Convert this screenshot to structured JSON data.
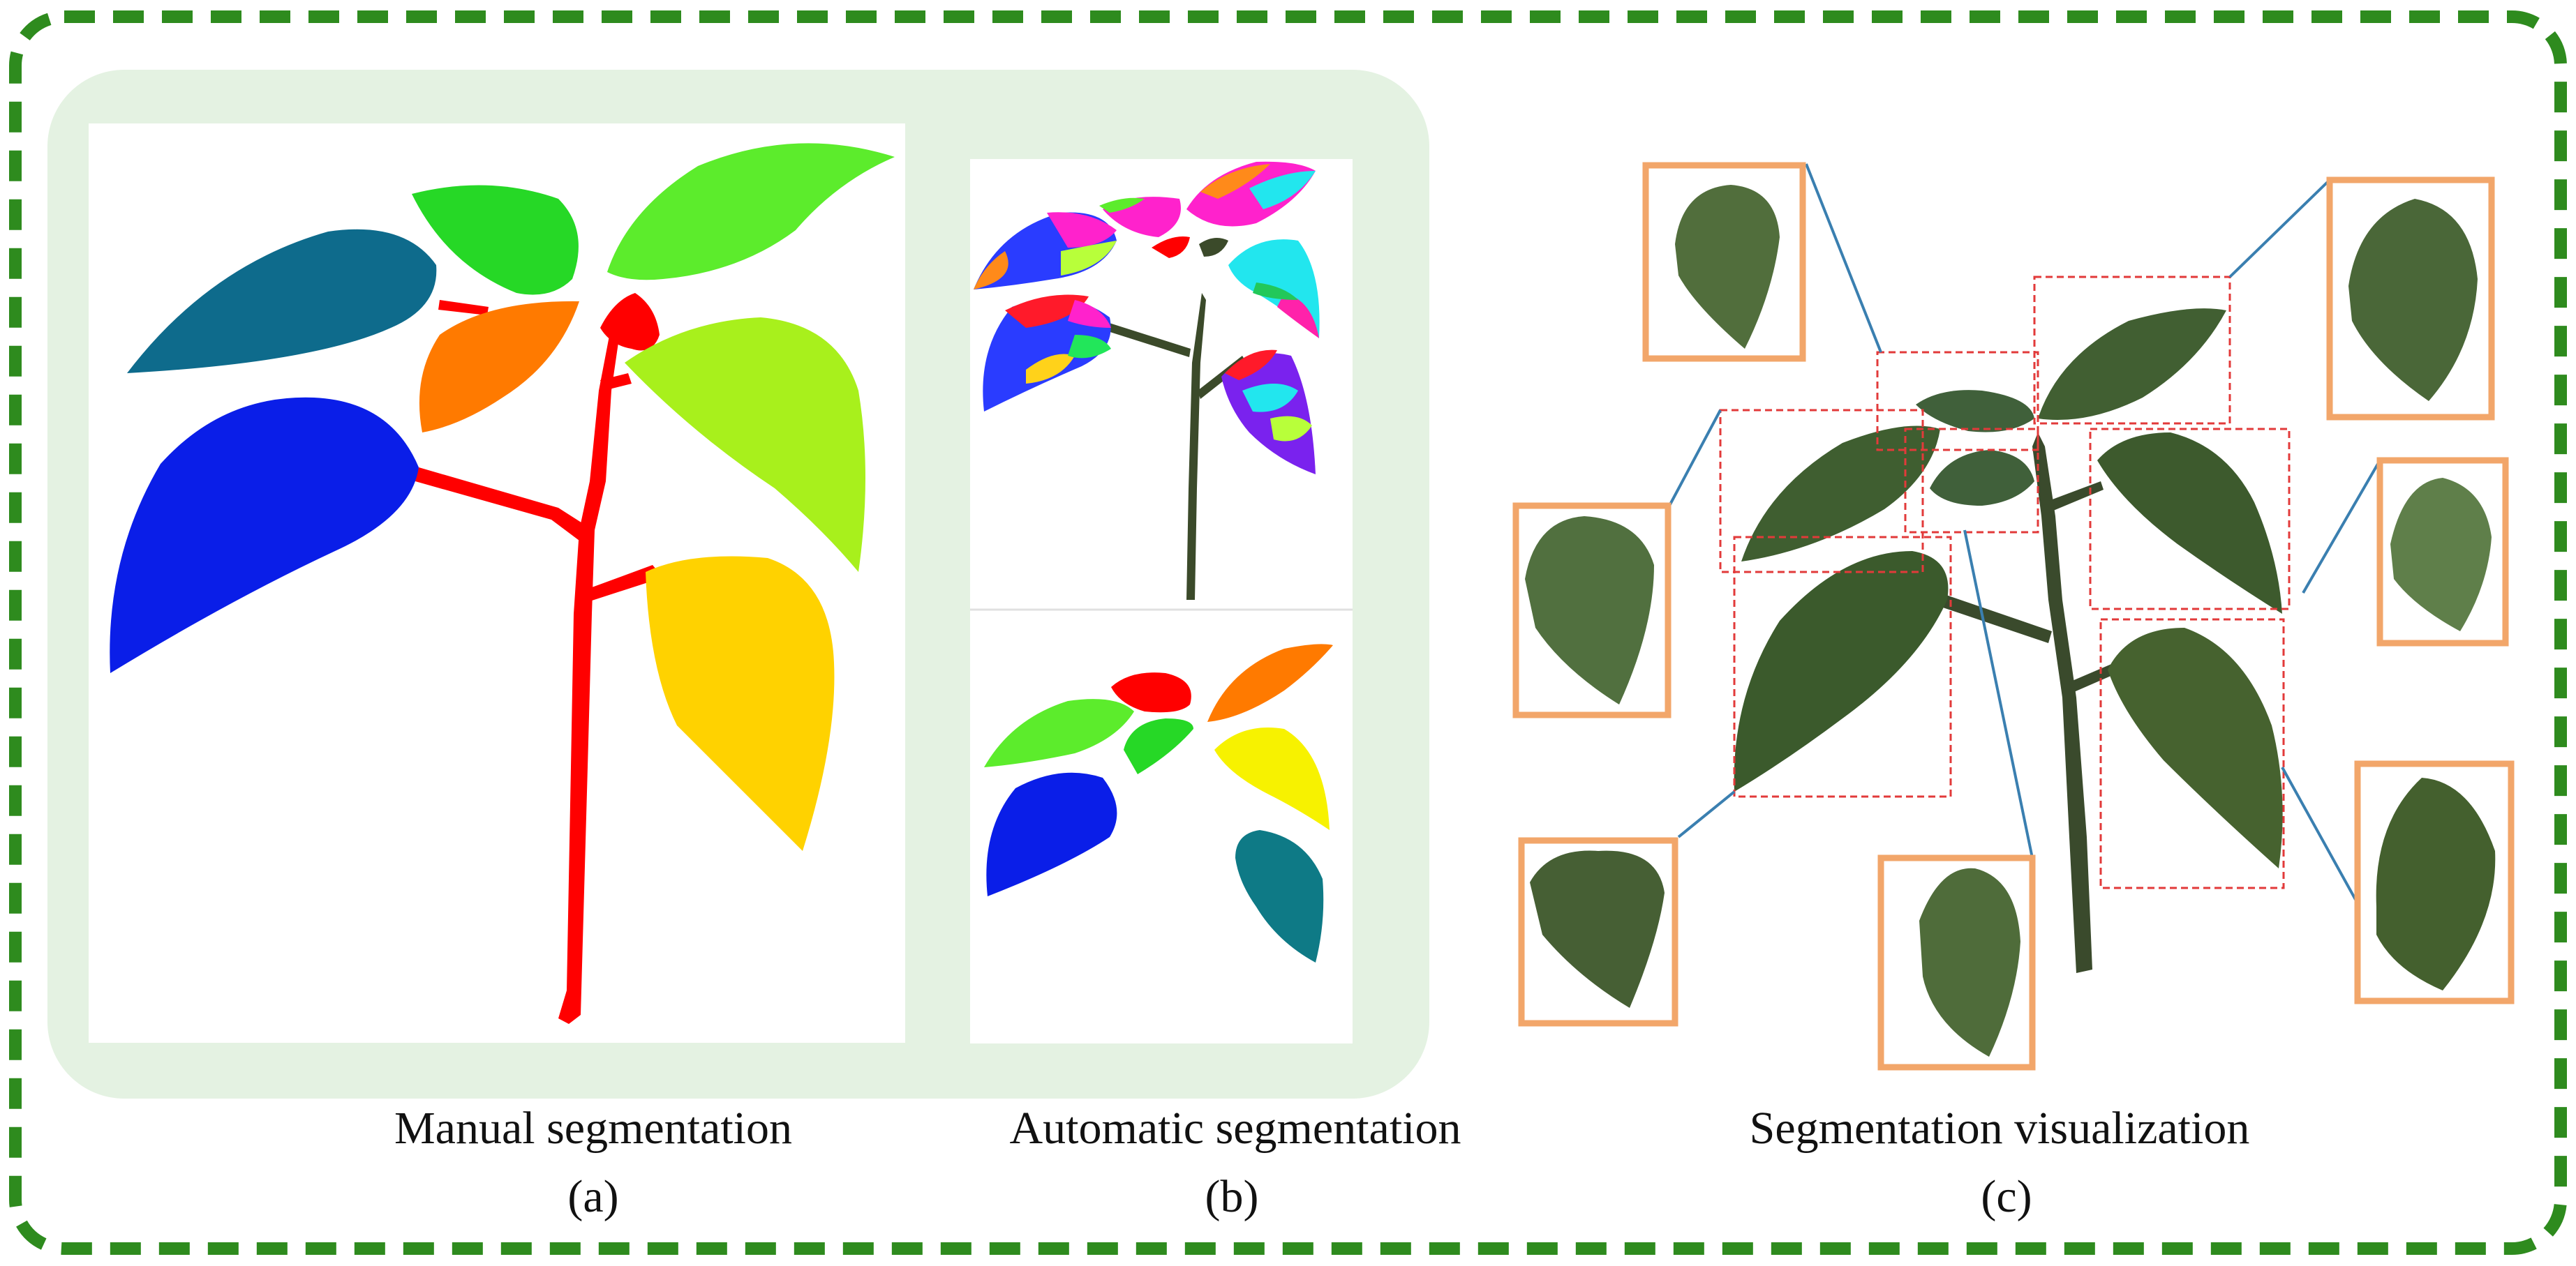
{
  "panels": [
    {
      "id": "a",
      "title": "Manual segmentation",
      "letter": "(a)"
    },
    {
      "id": "b",
      "title": "Automatic segmentation",
      "letter": "(b)"
    },
    {
      "id": "c",
      "title": "Segmentation visualization",
      "letter": "(c)"
    }
  ],
  "colors": {
    "outer_dashed_border": "#2e8b1e",
    "panel_bg": "#e4f2e2",
    "stem_manual": "#ff0000",
    "leaf_teal": "#0e6b8c",
    "leaf_green": "#26d826",
    "leaf_lime": "#5cec2c",
    "leaf_orange": "#ff7a00",
    "leaf_red": "#ff0000",
    "leaf_blue": "#0a1ee8",
    "leaf_yellowgreen": "#a8f01c",
    "leaf_yellow": "#ffd200",
    "plant_dark": "#3b4a2a",
    "leaf_natural": "#4e6e3a",
    "crop_box": "#f2a66a",
    "dotted_box": "#e23a3a",
    "connector": "#3a7fb0"
  }
}
